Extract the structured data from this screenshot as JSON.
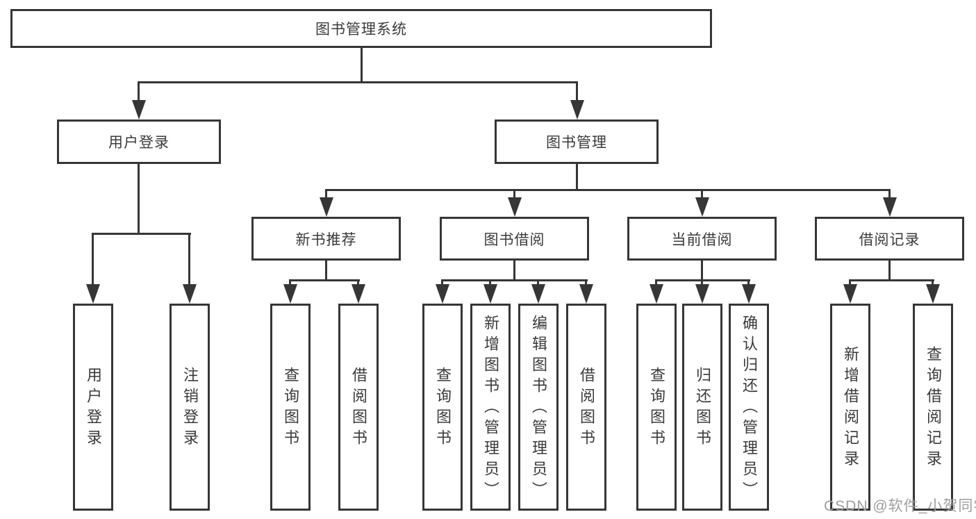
{
  "diagram": {
    "title": "图书管理系统",
    "nodes": {
      "root": "图书管理系统",
      "user_login": "用户登录",
      "book_management": "图书管理",
      "new_book_recommend": "新书推荐",
      "book_borrowing": "图书借阅",
      "current_borrowing": "当前借阅",
      "borrowing_records": "借阅记录",
      "leaf_user_login": "用户登录",
      "leaf_logout_login": "注销登录",
      "leaf_nb_query_books": "查询图书",
      "leaf_nb_borrow_books": "借阅图书",
      "leaf_bb_query_books": "查询图书",
      "leaf_bb_add_books": "新增图书（管理员）",
      "leaf_bb_edit_books": "编辑图书（管理员）",
      "leaf_bb_borrow_books": "借阅图书",
      "leaf_cb_query_books": "查询图书",
      "leaf_cb_return_books": "归还图书",
      "leaf_cb_confirm_return": "确认归还（管理员）",
      "leaf_br_add_record": "新增借阅记录",
      "leaf_br_query_record": "查询借阅记录"
    },
    "edges": [
      "root -> 用户登录",
      "root -> 图书管理",
      "用户登录 -> 用户登录, 注销登录",
      "图书管理 -> 新书推荐, 图书借阅, 当前借阅, 借阅记录",
      "新书推荐 -> 查询图书, 借阅图书",
      "图书借阅 -> 查询图书, 新增图书（管理员）, 编辑图书（管理员）, 借阅图书",
      "当前借阅 -> 查询图书, 归还图书, 确认归还（管理员）",
      "借阅记录 -> 新增借阅记录, 查询借阅记录"
    ]
  },
  "watermark": "CSDN @软件_小贺同学",
  "colors": {
    "line": "#363636",
    "box_border": "#363636",
    "text": "#3a3a3a",
    "watermark": "#9e9e9e",
    "background": "#ffffff"
  }
}
